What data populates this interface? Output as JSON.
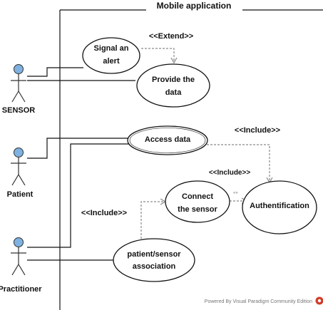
{
  "system": {
    "title": "Mobile application"
  },
  "actors": [
    {
      "label": "SENSOR"
    },
    {
      "label": "Patient"
    },
    {
      "label": "Practitioner"
    }
  ],
  "use_cases": {
    "signal": {
      "line1": "Signal an",
      "line2": "alert"
    },
    "provide": {
      "line1": "Provide the",
      "line2": "data"
    },
    "access": {
      "line1": "Access data"
    },
    "connect": {
      "line1": "Connect",
      "line2": "the sensor"
    },
    "auth": {
      "line1": "Authentification"
    },
    "assoc": {
      "line1": "patient/sensor",
      "line2": "association"
    }
  },
  "relations": {
    "extend": "<<Extend>>",
    "include_access_auth": "<<Include>>",
    "include_connect_auth": "<<Include>>",
    "include_assoc_connect": "<<Include>>",
    "connect_dup_stereo": "<<Include>>"
  },
  "footer": {
    "powered_by": "Powered By  Visual Paradigm Community Edition"
  },
  "colors": {
    "actor_head": "#7fb2e0",
    "line": "#111111",
    "dashed": "#8a8a8a",
    "logo": "#d23c2a"
  }
}
